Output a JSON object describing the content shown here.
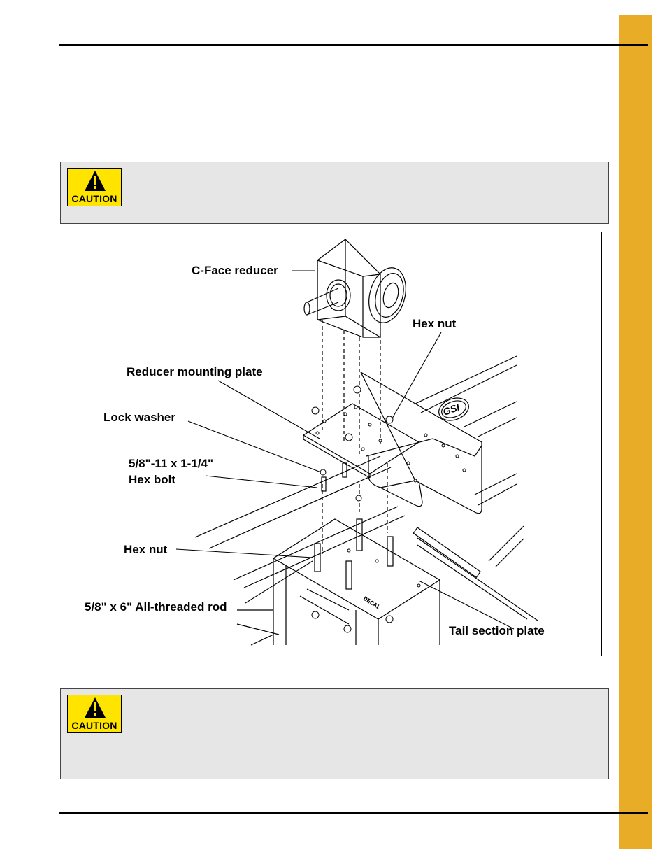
{
  "caution_top": {
    "label": "CAUTION"
  },
  "caution_bottom": {
    "label": "CAUTION"
  },
  "figure": {
    "labels": {
      "c_face_reducer": "C-Face reducer",
      "hex_nut_top": "Hex nut",
      "reducer_mounting_plate": "Reducer mounting plate",
      "lock_washer": "Lock washer",
      "hex_bolt_line1": "5/8\"-11 x 1-1/4\"",
      "hex_bolt_line2": "Hex bolt",
      "hex_nut_bottom": "Hex nut",
      "threaded_rod": "5/8\" x 6\" All-threaded rod",
      "tail_section_plate": "Tail section plate"
    },
    "decal_text": "DECAL",
    "logo_text": "GSI"
  },
  "colors": {
    "side_tab": "#e8ac26",
    "caution_bg": "#e6e6e6",
    "caution_sign": "#ffe400"
  }
}
